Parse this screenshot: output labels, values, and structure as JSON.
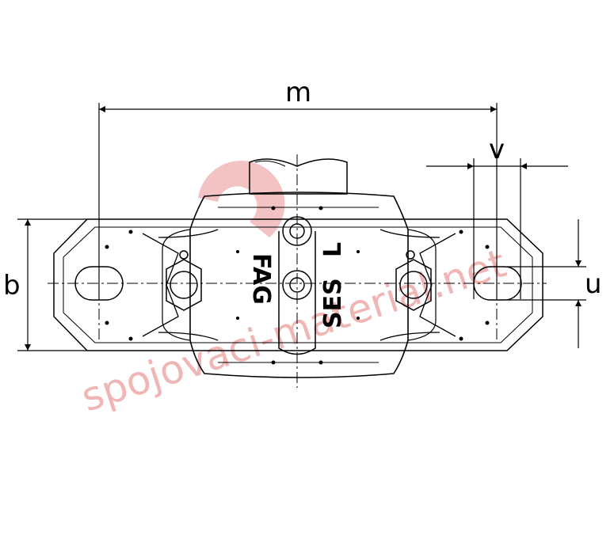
{
  "dimensions": {
    "m": "m",
    "v": "v",
    "b": "b",
    "u": "u"
  },
  "markings": {
    "brand": "FAG",
    "series": "SES",
    "suffix": "L"
  },
  "watermark": {
    "text": "spojovaci-material.net",
    "color": "#e47a7a"
  },
  "colors": {
    "line": "#000000",
    "background": "#ffffff"
  }
}
